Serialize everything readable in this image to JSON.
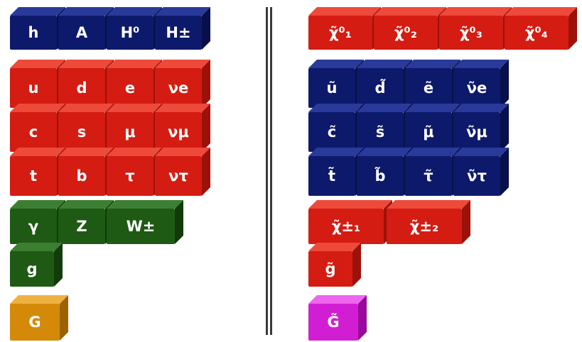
{
  "sm": {
    "higgs": [
      "h",
      "A",
      "H⁰",
      "H±"
    ],
    "fermions": [
      [
        "u",
        "d",
        "e",
        "νe"
      ],
      [
        "c",
        "s",
        "μ",
        "νμ"
      ],
      [
        "t",
        "b",
        "τ",
        "ντ"
      ]
    ],
    "bosons": [
      "γ",
      "Z",
      "W±"
    ],
    "gluon": "g",
    "graviton": "G"
  },
  "susy": {
    "neutralinos": [
      "χ̃⁰₁",
      "χ̃⁰₂",
      "χ̃⁰₃",
      "χ̃⁰₄"
    ],
    "sfermions": [
      [
        "ũ",
        "d̃",
        "ẽ",
        "ν̃e"
      ],
      [
        "c̃",
        "s̃",
        "μ̃",
        "ν̃μ"
      ],
      [
        "t̃",
        "b̃",
        "τ̃",
        "ν̃τ"
      ]
    ],
    "charginos": [
      "χ̃±₁",
      "χ̃±₂"
    ],
    "gluino": "g̃",
    "gravitino": "G̃"
  },
  "colors": {
    "higgs": "#0d1a6b",
    "fermion": "#d41c12",
    "boson": "#1e5a14",
    "graviton": "#d48a08",
    "sparticle_blue": "#0d1a6b",
    "sparticle_red": "#d41c12",
    "gravitino": "#d21ed2"
  }
}
